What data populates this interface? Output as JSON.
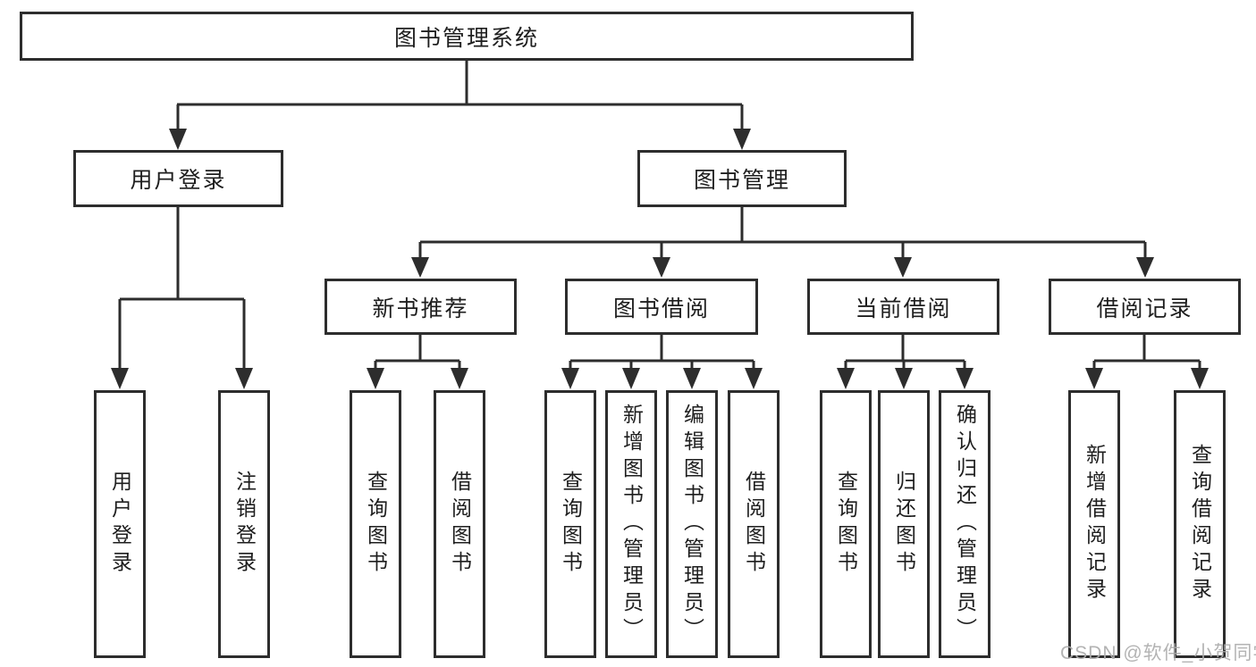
{
  "tree": {
    "label": "图书管理系统",
    "children": [
      {
        "label": "用户登录",
        "children": [
          {
            "label": "用户登录"
          },
          {
            "label": "注销登录"
          }
        ]
      },
      {
        "label": "图书管理",
        "children": [
          {
            "label": "新书推荐",
            "children": [
              {
                "label": "查询图书"
              },
              {
                "label": "借阅图书"
              }
            ]
          },
          {
            "label": "图书借阅",
            "children": [
              {
                "label": "查询图书"
              },
              {
                "label": "新增图书（管理员）"
              },
              {
                "label": "编辑图书（管理员）"
              },
              {
                "label": "借阅图书"
              }
            ]
          },
          {
            "label": "当前借阅",
            "children": [
              {
                "label": "查询图书"
              },
              {
                "label": "归还图书"
              },
              {
                "label": "确认归还（管理员）"
              }
            ]
          },
          {
            "label": "借阅记录",
            "children": [
              {
                "label": "新增借阅记录"
              },
              {
                "label": "查询借阅记录"
              }
            ]
          }
        ]
      }
    ]
  },
  "watermark": "CSDN @软件_小贺同学",
  "colors": {
    "line": "#2d2d2d",
    "text": "#1e1e1e",
    "watermark": "#acacac",
    "background": "#ffffff"
  }
}
